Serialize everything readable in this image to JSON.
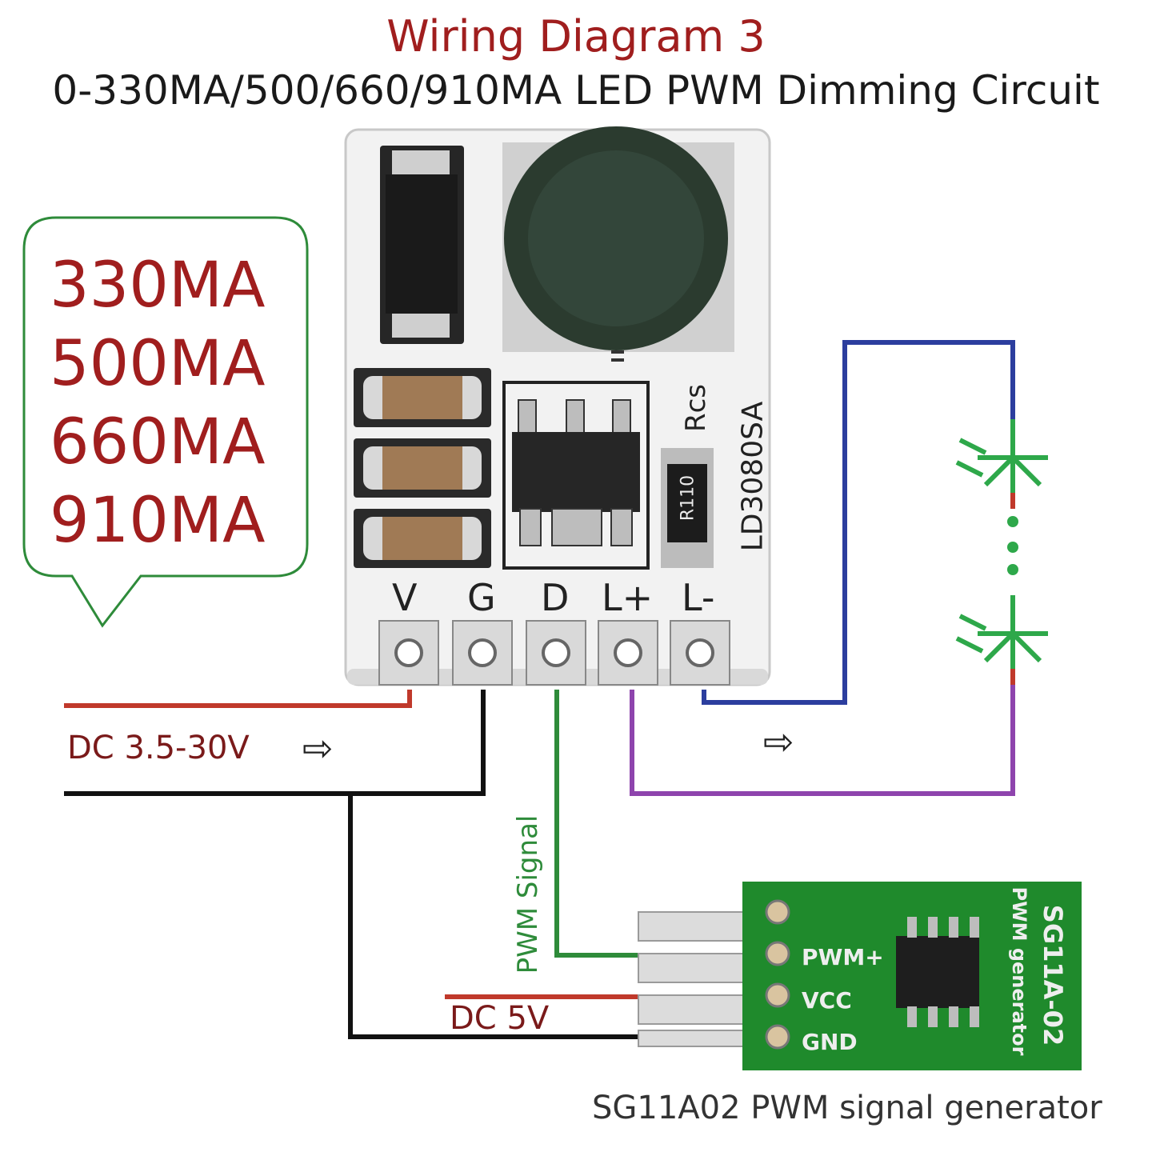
{
  "title": "Wiring Diagram 3",
  "subtitle": "0-330MA/500/660/910MA LED PWM Dimming Circuit",
  "current_options": [
    "330MA",
    "500MA",
    "660MA",
    "910MA"
  ],
  "module": {
    "part_number": "LD3080SA",
    "sense_resistor_label": "Rcs",
    "sense_resistor_code": "R110",
    "pins": [
      "V",
      "G",
      "D",
      "L+",
      "L-"
    ]
  },
  "labels": {
    "power_input": "DC 3.5-30V",
    "pwm_signal": "PWM Signal",
    "dc5v": "DC 5V",
    "generator_caption": "SG11A02 PWM signal generator"
  },
  "generator": {
    "model": "SG11A-02",
    "subtitle": "PWM generator",
    "pins": [
      "PWM+",
      "VCC",
      "GND"
    ]
  },
  "colors": {
    "title": "#a01e1e",
    "bubble_border": "#2e8b3a",
    "bubble_text": "#a01e1e",
    "wire_power": "#c0392b",
    "wire_ground": "#111111",
    "wire_signal": "#2e8b3a",
    "wire_led_plus": "#8e44ad",
    "wire_led_minus": "#2c3e9e",
    "led_symbol": "#2ea84a",
    "generator_pcb": "#1f8a2c"
  }
}
